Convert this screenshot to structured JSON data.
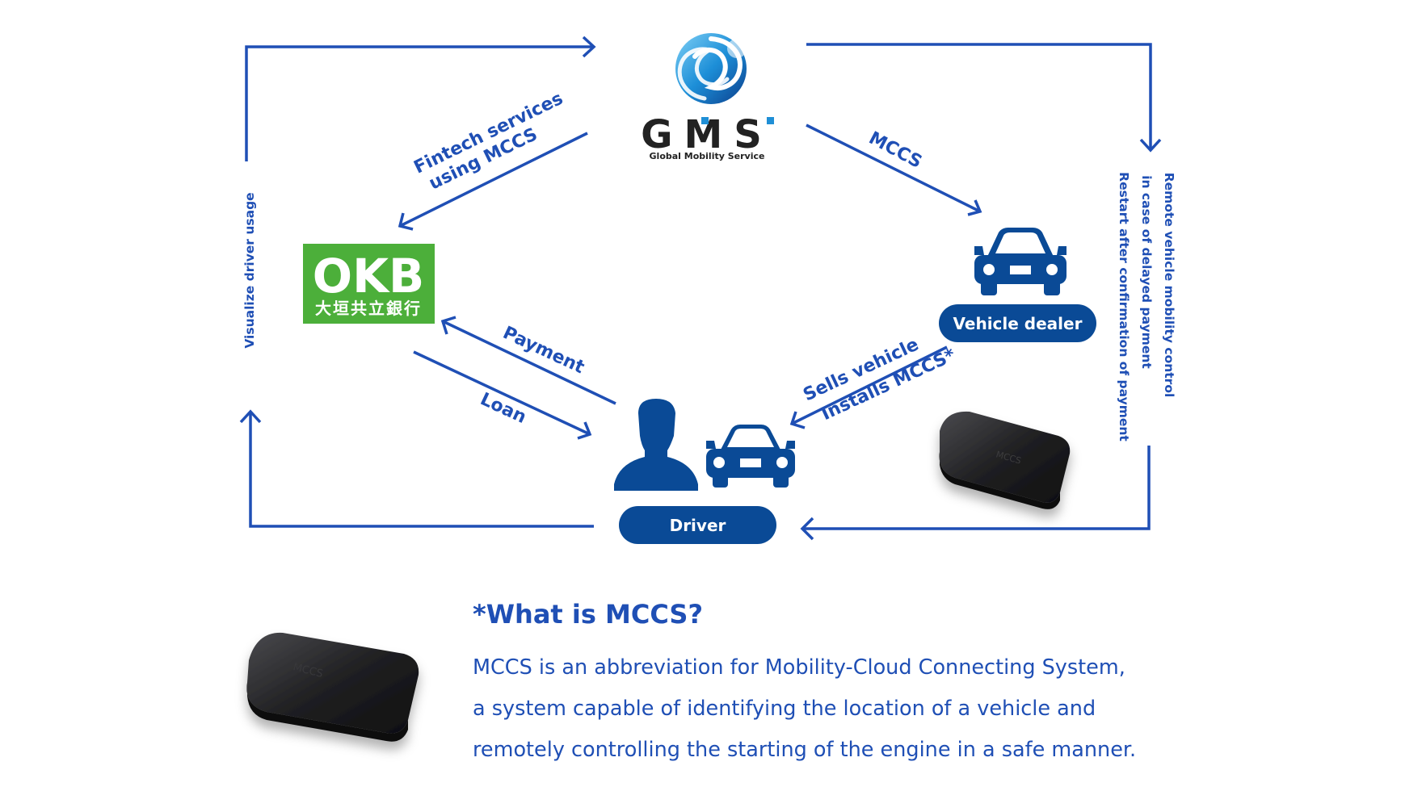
{
  "gms": {
    "logo_text": "GMS",
    "name": "Global Mobility Service"
  },
  "okb": {
    "logo_text": "OKB",
    "subtitle": "大垣共立銀行"
  },
  "nodes": {
    "vehicle_dealer": "Vehicle dealer",
    "driver": "Driver"
  },
  "labels": {
    "fintech_line1": "Fintech services",
    "fintech_line2": "using MCCS",
    "mccs": "MCCS",
    "payment": "Payment",
    "loan": "Loan",
    "sells_vehicle": "Sells vehicle",
    "installs_mccs": "Installs MCCS*",
    "visualize": "Visualize driver usage",
    "remote_line1": "Remote vehicle mobility control",
    "remote_line2": "in case of delayed payment",
    "remote_line3": "Restart after confirmation of payment"
  },
  "mccs_info": {
    "title": "*What is MCCS?",
    "lines": [
      "MCCS is an abbreviation for Mobility-Cloud Connecting System,",
      "a system capable of identifying the location of a vehicle and",
      "remotely controlling the starting of the engine in a safe manner."
    ]
  },
  "colors": {
    "brand_blue": "#1f4fb5",
    "navy": "#0a4a96",
    "okb_green": "#4caf3a",
    "device_black": "#1c1c1e"
  }
}
